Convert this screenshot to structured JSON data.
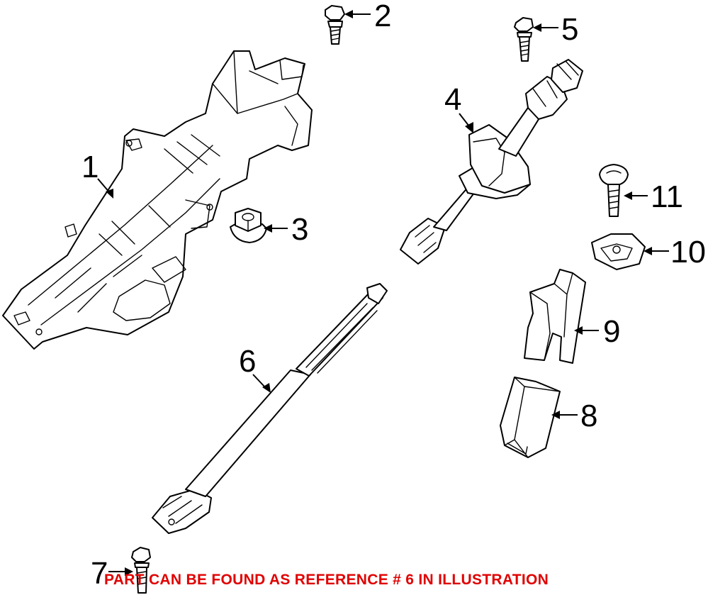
{
  "callouts": {
    "c1": "1",
    "c2": "2",
    "c3": "3",
    "c4": "4",
    "c5": "5",
    "c6": "6",
    "c7": "7",
    "c8": "8",
    "c9": "9",
    "c10": "10",
    "c11": "11"
  },
  "notice": "PART CAN BE FOUND AS REFERENCE # 6 IN ILLUSTRATION",
  "colors": {
    "line": "#000000",
    "notice": "#e00000",
    "background": "#ffffff"
  }
}
